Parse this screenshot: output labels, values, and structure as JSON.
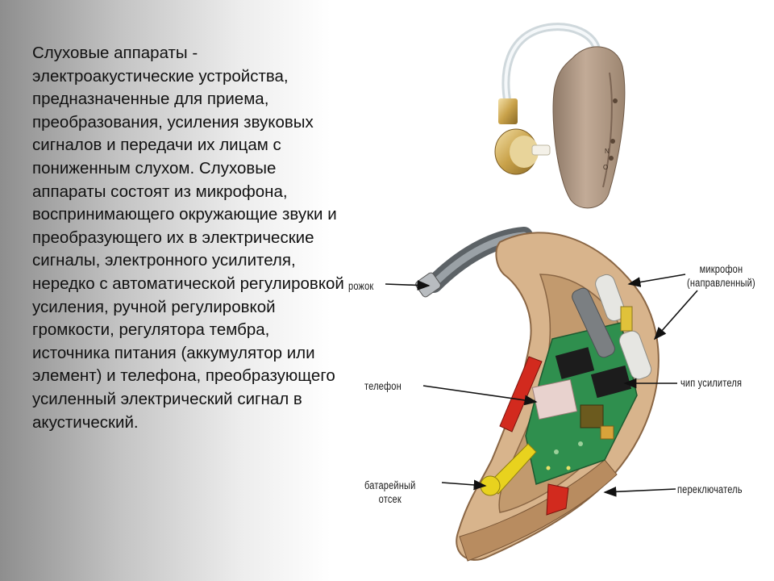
{
  "text": {
    "body": "Слуховые аппараты - электроакустические устройства, предназначенные для приема, преобразования, усиления звуковых сигналов и передачи их лицам с пониженным слухом. Слуховые аппараты состоят из микрофона, воспринимающего окружающие звуки и преобразующего их в электрические сигналы, электронного усилителя, нередко с автоматической регулировкой усиления, ручной регулировкой громкости, регулятора тембра, источника питания (аккумулятор или элемент) и телефона, преобразующего усиленный электрический сигнал в акустический."
  },
  "labels": {
    "horn": "рожок",
    "microphone_line1": "микрофон",
    "microphone_line2": "(направленный)",
    "telephone": "телефон",
    "amp_chip": "чип усилителя",
    "battery_line1": "батарейный",
    "battery_line2": "отсек",
    "switch": "переключатель"
  },
  "colors": {
    "casing": "#d8b48c",
    "casing_shadow": "#a97f55",
    "board": "#2f8f4e",
    "chip": "#1c1c1c",
    "red_part": "#d22a1e",
    "yellow_part": "#e8d21e"
  }
}
